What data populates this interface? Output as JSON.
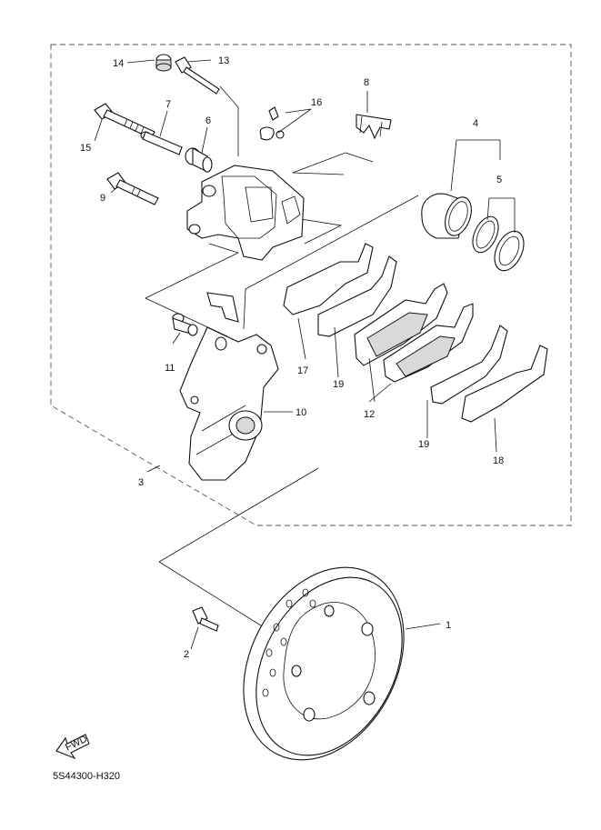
{
  "diagram": {
    "callouts": [
      "1",
      "2",
      "3",
      "4",
      "5",
      "6",
      "7",
      "8",
      "9",
      "10",
      "11",
      "12",
      "13",
      "14",
      "15",
      "16",
      "17",
      "18",
      "19",
      "19"
    ],
    "fwd_label": "FWD",
    "drawing_code": "5S44300-H320"
  }
}
